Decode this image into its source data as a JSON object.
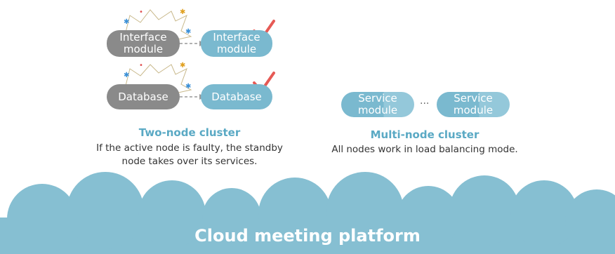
{
  "two_node": {
    "interface_active": "Interface\nmodule",
    "interface_standby": "Interface\nmodule",
    "database_active": "Database",
    "database_standby": "Database",
    "title": "Two-node cluster",
    "desc": "If the active node is faulty, the standby\nnode takes over its services."
  },
  "multi_node": {
    "service_1": "Service\nmodule",
    "service_2": "Service\nmodule",
    "ellipsis": "...",
    "title": "Multi-node cluster",
    "desc": "All nodes work in load balancing mode."
  },
  "platform": {
    "label": "Cloud meeting platform"
  },
  "colors": {
    "cloud": "#86bfd2",
    "node_blue": "#7ab9cf",
    "node_gray": "#8a8a8a",
    "check": "#e65a55",
    "title": "#5aa9c4"
  }
}
